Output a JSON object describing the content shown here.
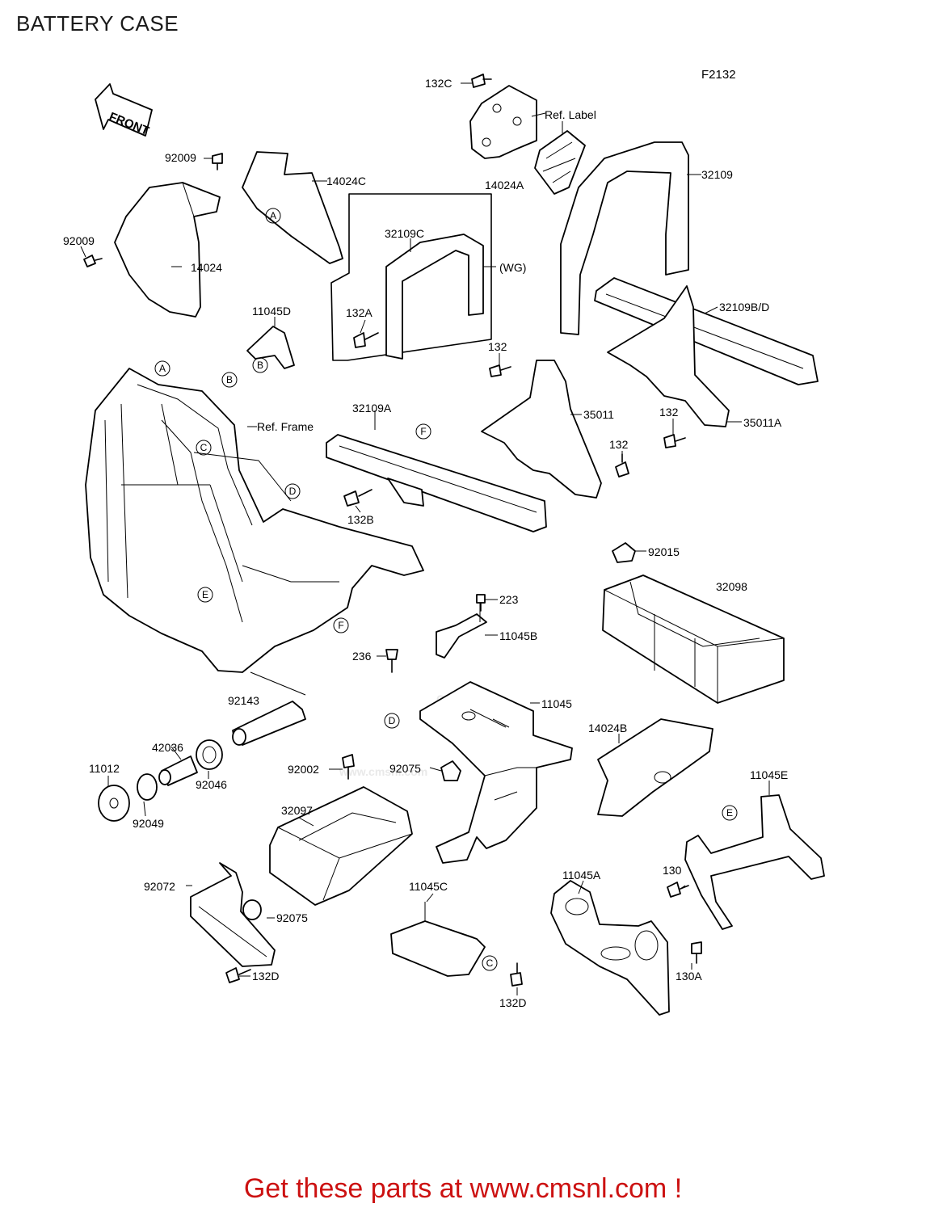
{
  "title": "BATTERY CASE",
  "diagram_code": "F2132",
  "front_label": "FRONT",
  "watermark": {
    "main": "CMS",
    "url": "www.cmsnl.com"
  },
  "footer": {
    "text": "Get these parts at www.cmsnl.com !",
    "color": "#cc1111"
  },
  "notes": {
    "ref_label": "Ref. Label",
    "ref_frame": "Ref. Frame",
    "wg": "(WG)"
  },
  "callout_letters": [
    "A",
    "B",
    "C",
    "D",
    "E",
    "F"
  ],
  "parts": {
    "p132C": "132C",
    "p92009a": "92009",
    "p14024C": "14024C",
    "p14024A": "14024A",
    "p32109": "32109",
    "p92009b": "92009",
    "p14024": "14024",
    "p32109C": "32109C",
    "p132A": "132A",
    "p11045D": "11045D",
    "p32109BD": "32109B/D",
    "p132a": "132",
    "p32109A": "32109A",
    "p35011": "35011",
    "p132b": "132",
    "p35011A": "35011A",
    "p132c": "132",
    "p132B": "132B",
    "p92015": "92015",
    "p32098": "32098",
    "p223": "223",
    "p11045B": "11045B",
    "p236": "236",
    "p11045": "11045",
    "p92143": "92143",
    "p14024B": "14024B",
    "p42036": "42036",
    "p11012": "11012",
    "p92046": "92046",
    "p92002": "92002",
    "p92075a": "92075",
    "p11045E": "11045E",
    "p92049": "92049",
    "p32097": "32097",
    "p130": "130",
    "p92072": "92072",
    "p11045A": "11045A",
    "p11045C": "11045C",
    "p92075b": "92075",
    "p132Da": "132D",
    "p130A": "130A",
    "p132Db": "132D"
  }
}
